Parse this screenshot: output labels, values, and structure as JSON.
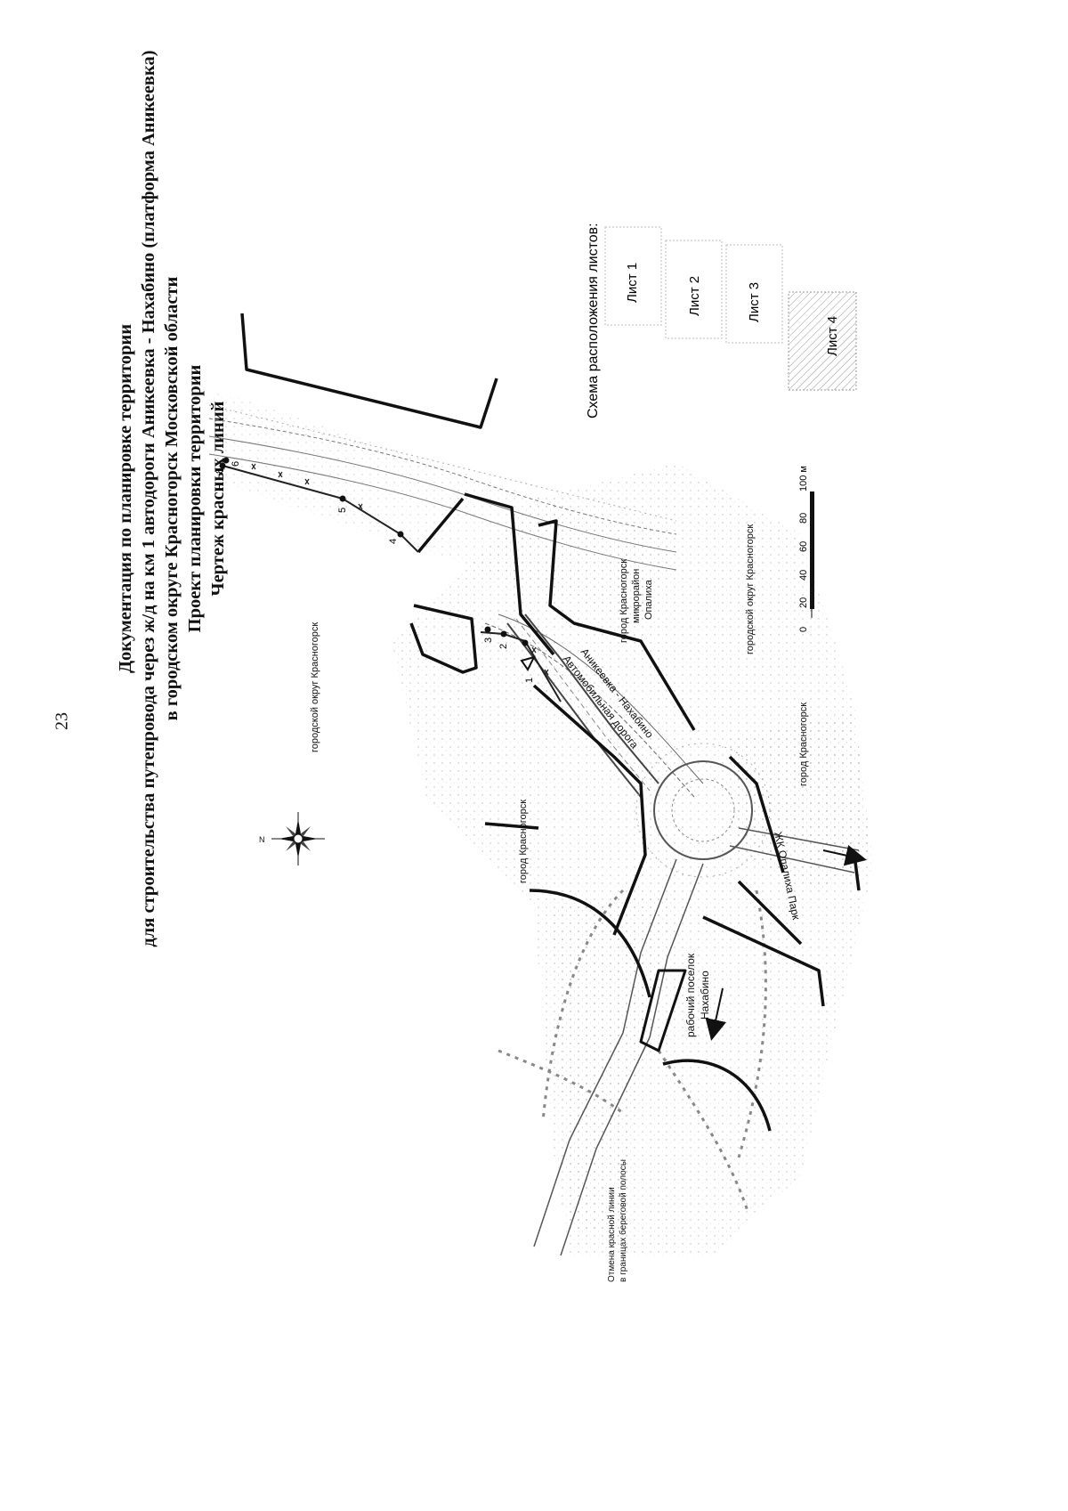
{
  "page_number": "23",
  "title": {
    "line1": "Документация по планировке территории",
    "line2": "для строительства путепровода через ж/д на км 1 автодороги Аникеевка - Нахабино (платформа Аникеевка)",
    "line3": "в городском округе Красногорск Московской области",
    "line4": "Проект планировки территории",
    "line5": "Чертеж красных линий"
  },
  "sheet_scheme": {
    "title": "Схема расположения листов:",
    "sheets": [
      "Лист 1",
      "Лист 2",
      "Лист 3",
      "Лист 4"
    ],
    "active_sheet": "Лист 4"
  },
  "scale_bar": {
    "ticks": [
      "0",
      "20",
      "40",
      "60",
      "80",
      "100 м"
    ]
  },
  "labels": {
    "district_top": "городской округ Красногорск",
    "district_bottom": "городской округ Красногорск",
    "city_left": "город Красногорск",
    "city_right": "город Красногорск",
    "microdistrict_1": "город Красногорск",
    "microdistrict_2": "микрорайон",
    "microdistrict_3": "Опалиха",
    "road_1": "Автомобильная дорога",
    "road_2": "Аникеевка - Нахабино",
    "opalikha_park": "ЖК Опалиха Парк",
    "workers_1": "рабочий поселок",
    "workers_2": "Нахабино",
    "shore_1": "Отмена красной линии",
    "shore_2": "в границах береговой полосы"
  },
  "point_numbers": [
    "1",
    "2",
    "3",
    "4",
    "5",
    "6",
    "7",
    "8"
  ],
  "icons": [
    "compass-rose-icon",
    "direction-arrow-icon"
  ]
}
